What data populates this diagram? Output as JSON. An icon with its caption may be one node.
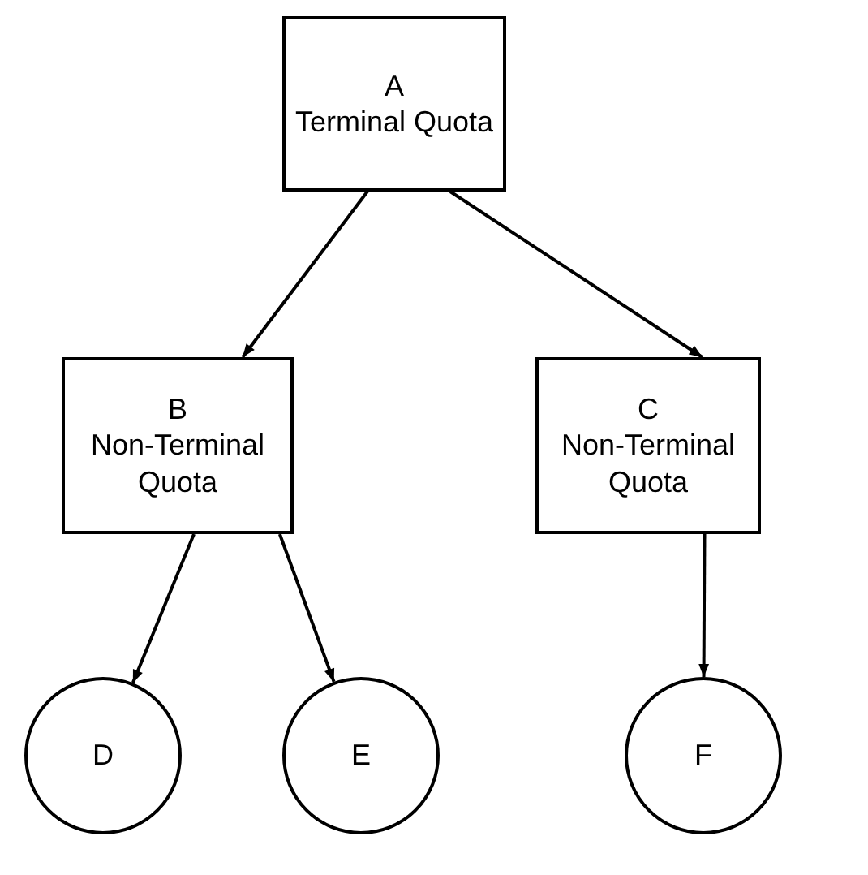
{
  "diagram": {
    "nodes": [
      {
        "text": [
          "A",
          "Terminal Quota"
        ]
      },
      {
        "text": [
          "B",
          "Non-Terminal Quota"
        ]
      },
      {
        "text": [
          "C",
          "Non-Terminal Quota"
        ]
      },
      {
        "text": [
          "D"
        ]
      },
      {
        "text": [
          "E"
        ]
      },
      {
        "text": [
          "F"
        ]
      }
    ],
    "edges": [
      {
        "from": 0,
        "to": 1,
        "arrow": "to"
      },
      {
        "from": 0,
        "to": 2,
        "arrow": "to"
      },
      {
        "from": 1,
        "to": 3,
        "arrow": "to"
      },
      {
        "from": 1,
        "to": 4,
        "arrow": "to"
      },
      {
        "from": 2,
        "to": 5,
        "arrow": "to"
      }
    ]
  }
}
